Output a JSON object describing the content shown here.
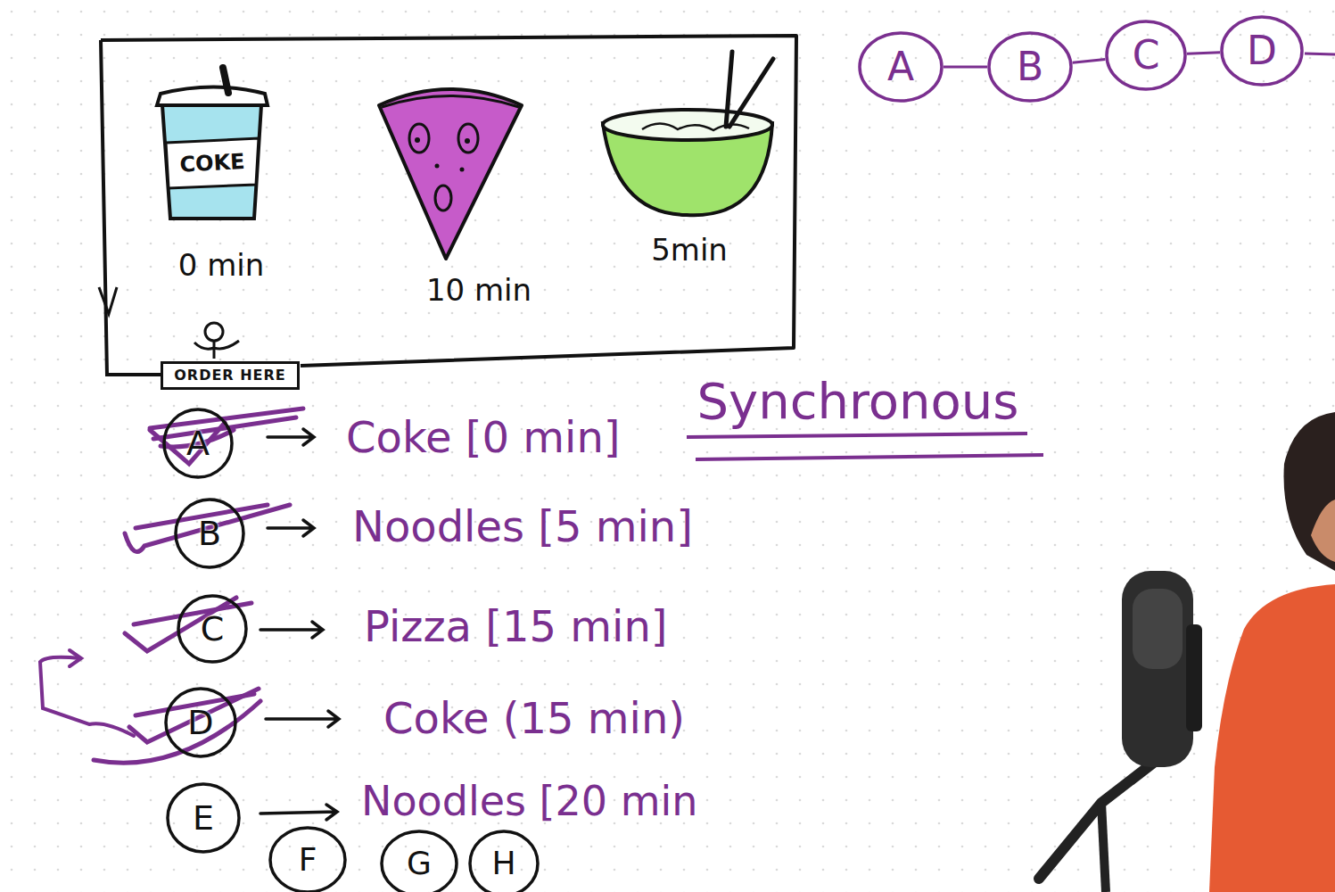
{
  "diagram": {
    "title": "Synchronous",
    "nodes": [
      {
        "text": [
          "A"
        ]
      },
      {
        "text": [
          "B"
        ]
      },
      {
        "text": [
          "C"
        ]
      },
      {
        "text": [
          "D"
        ]
      },
      {
        "text": [
          "ORDER HERE"
        ]
      },
      {
        "text": [
          "A"
        ]
      },
      {
        "text": [
          "B"
        ]
      },
      {
        "text": [
          "C"
        ]
      },
      {
        "text": [
          "D"
        ]
      },
      {
        "text": [
          "E"
        ]
      },
      {
        "text": [
          "F"
        ]
      },
      {
        "text": [
          "G"
        ]
      },
      {
        "text": [
          "H"
        ]
      }
    ],
    "edges": [
      {
        "from": 0,
        "to": 1,
        "arrow": "none"
      },
      {
        "from": 1,
        "to": 2,
        "arrow": "none"
      },
      {
        "from": 2,
        "to": 3,
        "arrow": "none"
      }
    ],
    "labels": [
      "COKE",
      "0 min",
      "10 min",
      "5min",
      "Coke [0 min]",
      "Noodles [5 min]",
      "Pizza [15 min]",
      "Coke (15 min)",
      "Noodles [20 min"
    ]
  }
}
